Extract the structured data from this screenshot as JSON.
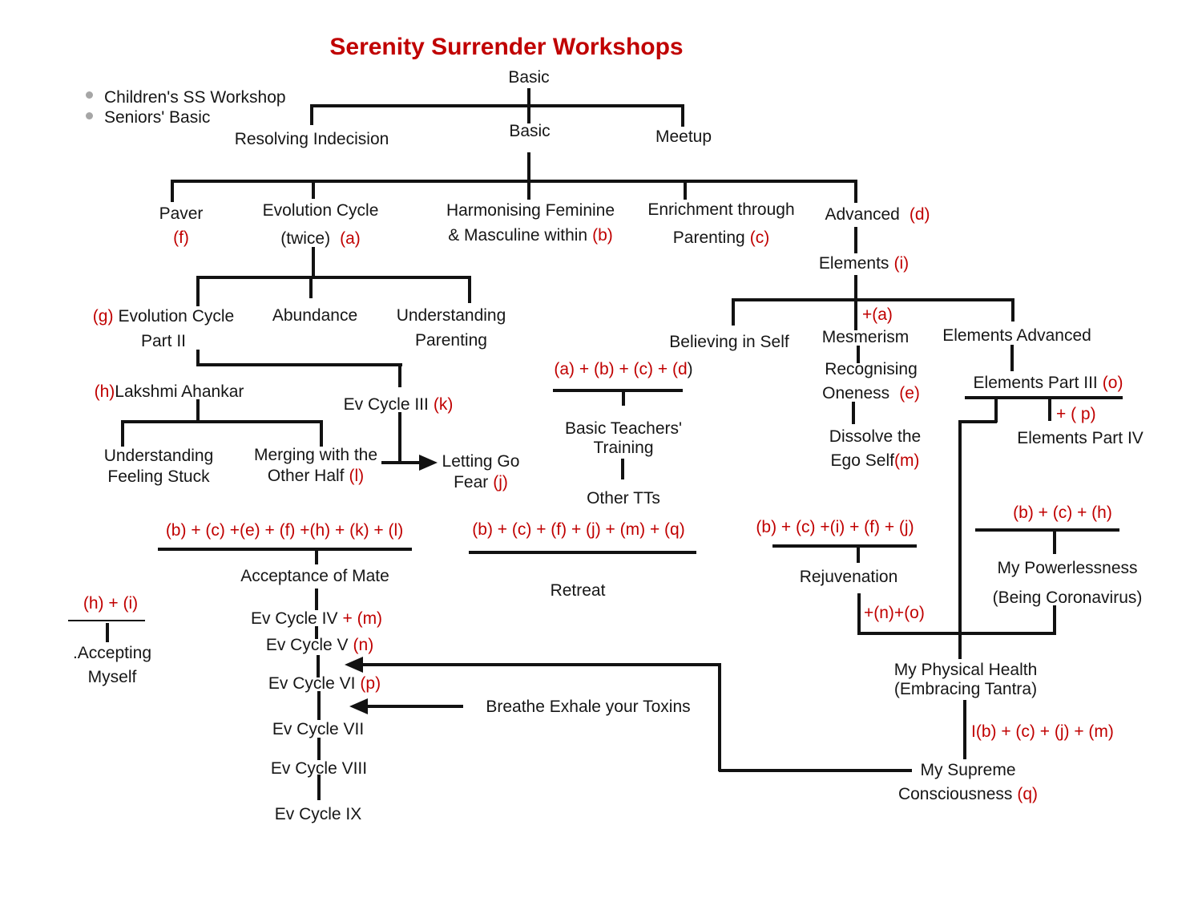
{
  "title": "Serenity Surrender Workshops",
  "colors": {
    "accent_red": "#c00000",
    "text_black": "#161616",
    "bullet_gray": "#a6a6a6"
  },
  "bullets": {
    "item1": "Children's SS Workshop",
    "item2": "Seniors' Basic"
  },
  "nodes": {
    "basic_top": "Basic",
    "basic_mid": "Basic",
    "resolving_indecision": "Resolving Indecision",
    "meetup": "Meetup",
    "paver": {
      "text": "Paver",
      "code": "(f)"
    },
    "evolution_cycle": {
      "line1": "Evolution Cycle",
      "line2": "(twice)",
      "code": "(a)"
    },
    "harmonising": {
      "line1": "Harmonising Feminine",
      "line2": "& Masculine within",
      "code": "(b)"
    },
    "enrichment": {
      "line1": "Enrichment through",
      "line2": "Parenting",
      "code": "(c)"
    },
    "advanced": {
      "text": "Advanced",
      "code": "(d)"
    },
    "elements": {
      "text": "Elements",
      "code": "(i)"
    },
    "evolution_part2": {
      "code": "(g)",
      "line1": "Evolution Cycle",
      "line2": "Part II"
    },
    "abundance": "Abundance",
    "understanding_parenting": {
      "line1": "Understanding",
      "line2": "Parenting"
    },
    "lakshmi": {
      "code": "(h)",
      "text": "Lakshmi Ahankar"
    },
    "ev_cycle_3": {
      "text": "Ev Cycle III",
      "code": "(k)"
    },
    "understanding_stuck": {
      "line1": "Understanding",
      "line2": "Feeling Stuck"
    },
    "merging": {
      "line1": "Merging with the",
      "line2": "Other Half",
      "code": "(l)"
    },
    "letting_go": {
      "line1": "Letting Go",
      "line2": "Fear",
      "code": "(j)"
    },
    "believing": "Believing in Self",
    "formula_abcd": {
      "red": "(a) + (b) + (c) + (d",
      "black": ")"
    },
    "basic_teachers": {
      "line1": "Basic Teachers'",
      "line2": "Training"
    },
    "other_tts": "Other TTs",
    "plus_a": "+(a)",
    "mesmerism": "Mesmerism",
    "elements_advanced": "Elements Advanced",
    "recognising": {
      "line1": "Recognising",
      "line2": "Oneness",
      "code": "(e)"
    },
    "dissolve": {
      "line1": "Dissolve the",
      "line2": "Ego Self",
      "code": "(m)"
    },
    "elements_part3": {
      "text": "Elements Part III",
      "code": "(o)"
    },
    "plus_p": "+ ( p)",
    "elements_part4": "Elements Part IV",
    "formula_bch": "(b) + (c) + (h)",
    "powerlessness": {
      "line1": "My Powerlessness",
      "line2": "(Being Coronavirus)"
    },
    "formula_bcifj": "(b) + (c) +(i) + (f) + (j)",
    "rejuvenation": "Rejuvenation",
    "plus_no": "+(n)+(o)",
    "formula_bcefhkl": "(b) + (c) +(e) + (f) +(h) + (k) + (l)",
    "acceptance": "Acceptance of Mate",
    "ev_cycle_4": {
      "text": "Ev Cycle IV",
      "code": "+ (m)"
    },
    "ev_cycle_5": {
      "text": "Ev Cycle V",
      "code": "(n)"
    },
    "ev_cycle_6": {
      "text": "Ev Cycle VI",
      "code": "(p)"
    },
    "ev_cycle_7": "Ev Cycle VII",
    "ev_cycle_8": "Ev Cycle VIII",
    "ev_cycle_9": "Ev Cycle IX",
    "formula_hi": "(h) + (i)",
    "accepting_myself": {
      "line1": ".Accepting",
      "line2": "Myself"
    },
    "breathe": "Breathe Exhale your Toxins",
    "formula_bcfjmq": "(b) + (c) + (f) + (j) + (m) + (q)",
    "retreat": "Retreat",
    "my_physical": {
      "line1": "My Physical Health",
      "line2": "(Embracing Tantra)"
    },
    "formula_ibcjm": "I(b) + (c) + (j) + (m)",
    "my_supreme": {
      "line1": "My Supreme",
      "line2": "Consciousness",
      "code": "(q)"
    }
  }
}
